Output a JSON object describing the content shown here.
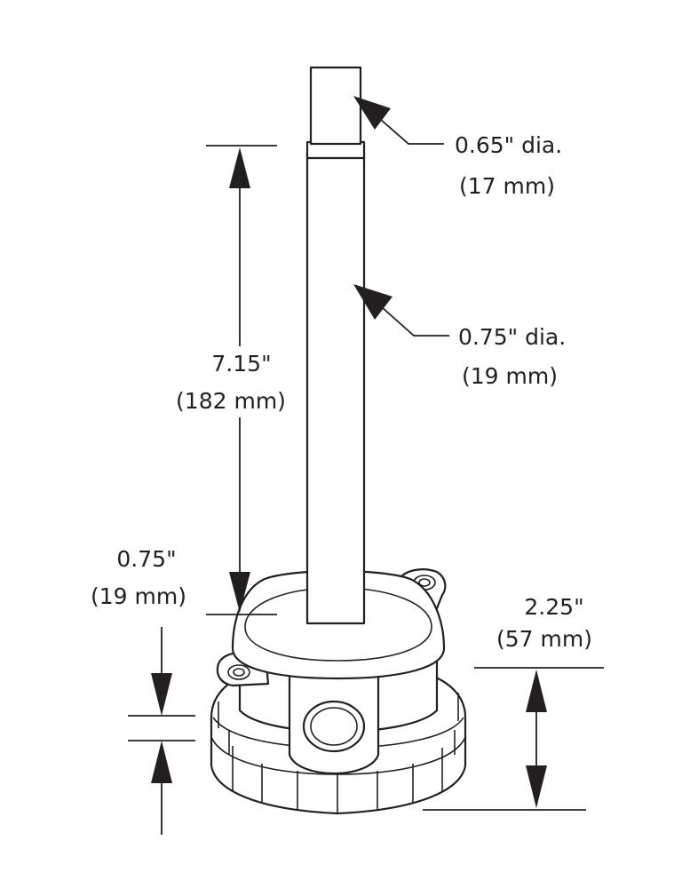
{
  "diagram": {
    "labels": {
      "tip_diameter": "0.65\" dia.",
      "tip_diameter_mm": "(17 mm)",
      "probe_diameter": "0.75\" dia.",
      "probe_diameter_mm": "(19 mm)",
      "probe_length": "7.15\"",
      "probe_length_mm": "(182 mm)",
      "conduit_offset": "0.75\"",
      "conduit_offset_mm": "(19 mm)",
      "housing_height": "2.25\"",
      "housing_height_mm": "(57 mm)"
    },
    "colors": {
      "line": "#231f20",
      "fill": "#ffffff"
    }
  }
}
